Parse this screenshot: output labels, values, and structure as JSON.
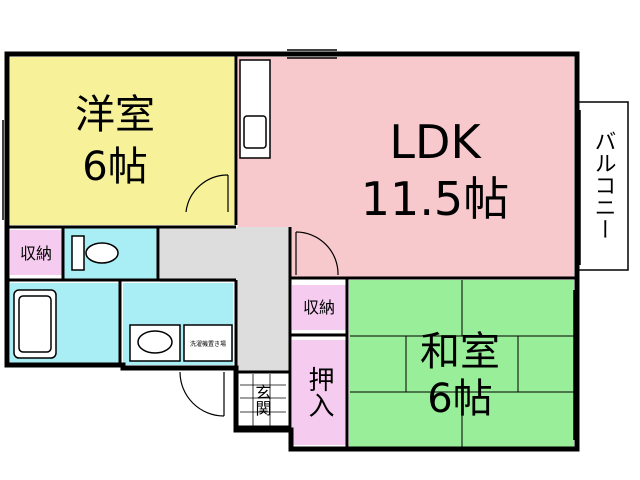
{
  "rooms": {
    "western_name": "洋室",
    "western_size": "6帖",
    "ldk_name": "LDK",
    "ldk_size": "11.5帖",
    "japanese_name": "和室",
    "japanese_size": "6帖"
  },
  "balcony": "バルコニー",
  "storage_left": "収納",
  "storage_mid": "収納",
  "oshiire": "押入",
  "entrance": "玄関",
  "washer_space": "洗濯機置き場",
  "colors": {
    "western": "#f7f29a",
    "ldk": "#f8c9cc",
    "japanese": "#99ee99",
    "wet": "#aaeef5",
    "storage": "#f5ccf0",
    "hall": "#dddddd",
    "wall": "#000000"
  }
}
